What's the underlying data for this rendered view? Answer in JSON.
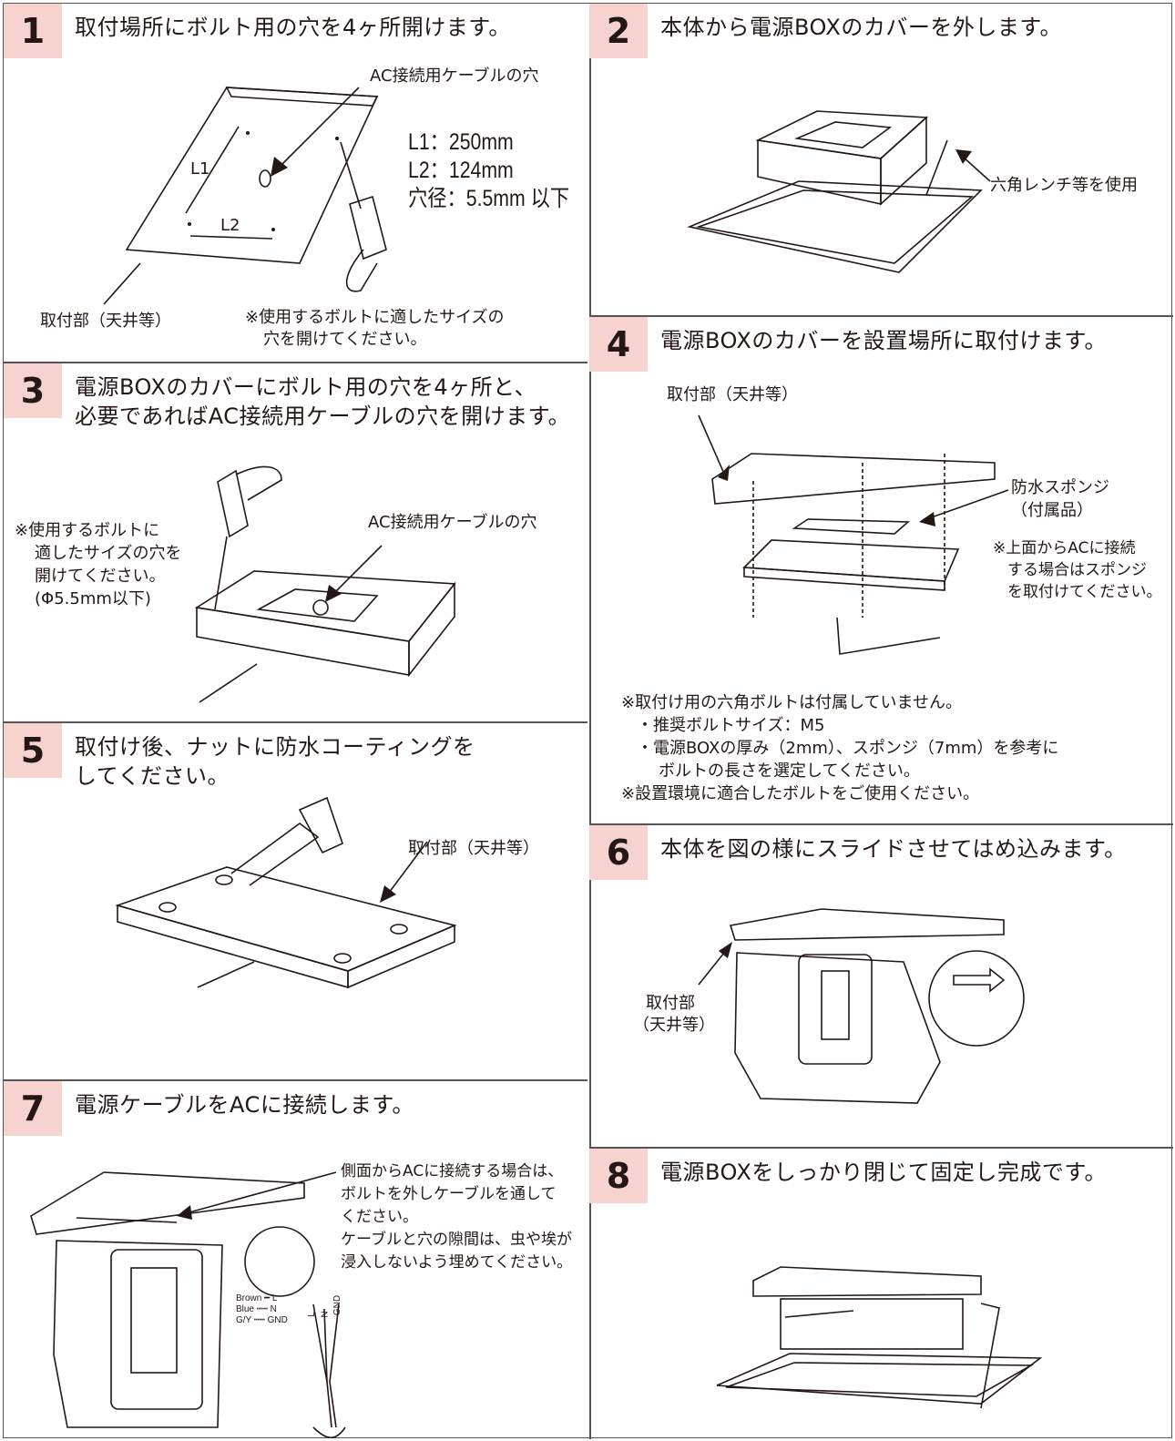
{
  "steps": {
    "s1": {
      "num": "1",
      "title": "取付場所にボルト用の穴を4ヶ所開けます。",
      "ac_label": "AC接続用ケーブルの穴",
      "spec1": "L1：250mm",
      "spec2": "L2：124mm",
      "spec3": "穴径：5.5mm 以下",
      "l1": "L1",
      "l2": "L2",
      "mount_label": "取付部（天井等）",
      "note1": "※使用するボルトに適したサイズの",
      "note2": "穴を開けてください。"
    },
    "s2": {
      "num": "2",
      "title": "本体から電源BOXのカバーを外します。",
      "wrench_label": "六角レンチ等を使用"
    },
    "s3": {
      "num": "3",
      "title1": "電源BOXのカバーにボルト用の穴を4ヶ所と、",
      "title2": "必要であればAC接続用ケーブルの穴を開けます。",
      "ac_label": "AC接続用ケーブルの穴",
      "note1": "※使用するボルトに",
      "note2": "適したサイズの穴を",
      "note3": "開けてください。",
      "note4": "(Φ5.5mm以下)"
    },
    "s4": {
      "num": "4",
      "title": "電源BOXのカバーを設置場所に取付けます。",
      "mount_label": "取付部（天井等）",
      "sponge1": "防水スポンジ",
      "sponge2": "（付属品）",
      "side1": "※上面からACに接続",
      "side2": "する場合はスポンジ",
      "side3": "を取付けてください。",
      "note1": "※取付け用の六角ボルトは付属していません。",
      "note2": "・推奨ボルトサイズ：M5",
      "note3": "・電源BOXの厚み（2mm）、スポンジ（7mm）を参考に",
      "note4": "ボルトの長さを選定してください。",
      "note5": "※設置環境に適合したボルトをご使用ください。"
    },
    "s5": {
      "num": "5",
      "title1": "取付け後、ナットに防水コーティングを",
      "title2": "してください。",
      "mount_label": "取付部（天井等）"
    },
    "s6": {
      "num": "6",
      "title": "本体を図の様にスライドさせてはめ込みます。",
      "mount1": "取付部",
      "mount2": "（天井等）"
    },
    "s7": {
      "num": "7",
      "title": "電源ケーブルをACに接続します。",
      "note1": "側面からACに接続する場合は、",
      "note2": "ボルトを外しケーブルを通して",
      "note3": "ください。",
      "note4": "ケーブルと穴の隙間は、虫や埃が",
      "note5": "浸入しないよう埋めてください。",
      "wire1": "Brown ━ L",
      "wire2": "Blue ┅┅ N",
      "wire3": "G/Y ┅┅ GND",
      "lead_l": "L",
      "lead_n": "N",
      "lead_gnd": "GND"
    },
    "s8": {
      "num": "8",
      "title": "電源BOXをしっかり閉じて固定し完成です。"
    }
  }
}
